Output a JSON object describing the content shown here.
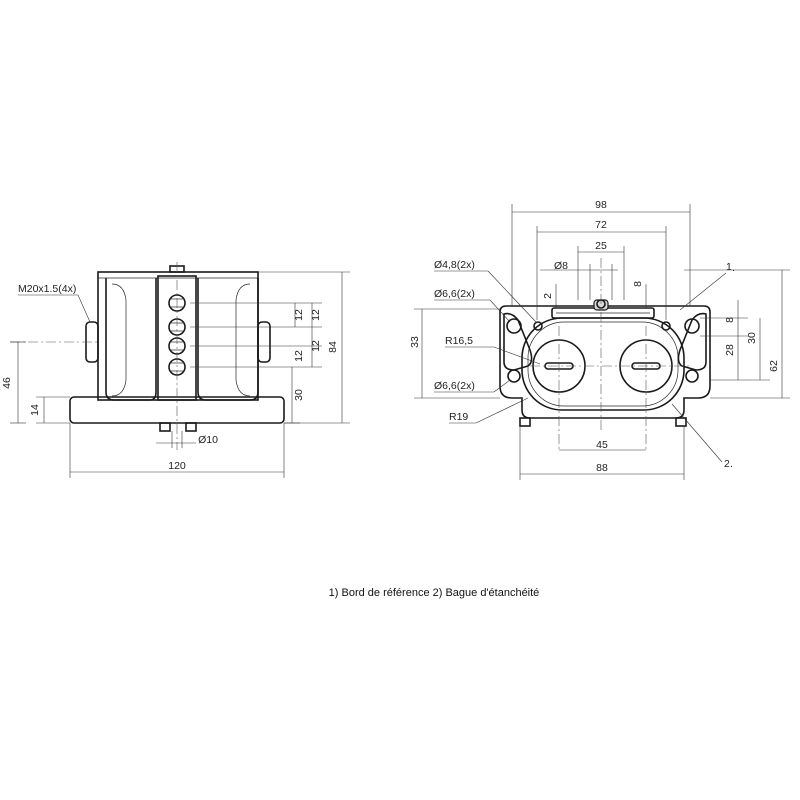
{
  "side_view": {
    "thread_label": "M20x1.5(4x)",
    "dim_width": "120",
    "dim_height_total": "84",
    "dim_46": "46",
    "dim_14": "14",
    "dim_30": "30",
    "dim_12a": "12",
    "dim_12b": "12",
    "dim_12c": "12",
    "dim_12d": "12",
    "dim_diam10": "Ø10"
  },
  "front_view": {
    "dim_98": "98",
    "dim_72": "72",
    "dim_25": "25",
    "dim_diam8": "Ø8",
    "dim_2": "2",
    "dim_8_top": "8",
    "hole_48": "Ø4,8(2x)",
    "hole_66_top": "Ø6,6(2x)",
    "hole_66_bottom": "Ø6,6(2x)",
    "dim_33": "33",
    "radius_165": "R16,5",
    "radius_19": "R19",
    "dim_8_right": "8",
    "dim_28": "28",
    "dim_30": "30",
    "dim_62": "62",
    "dim_45": "45",
    "dim_88": "88",
    "callout_1": "1",
    "callout_2": "2"
  },
  "caption": "1) Bord de référence  2) Bague d'étanchéité"
}
